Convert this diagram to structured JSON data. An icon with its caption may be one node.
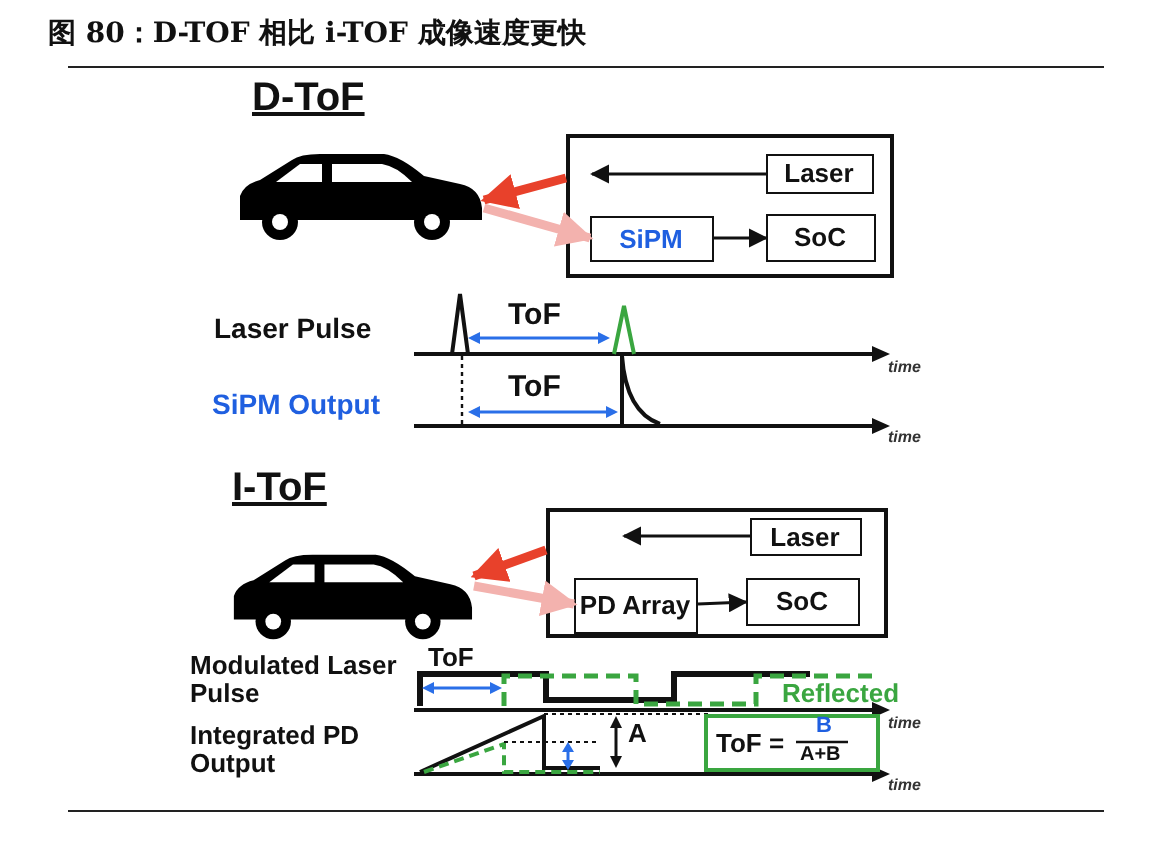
{
  "diagram": {
    "title": "图 80：D-TOF 相比 i-TOF 成像速度更快",
    "nodes": [
      {
        "text": [],
        "shape": "picture"
      },
      {
        "text": [],
        "shape": "box"
      },
      {
        "text": [
          "Laser"
        ],
        "in": 1
      },
      {
        "text": [
          "SiPM"
        ],
        "in": 1
      },
      {
        "text": [
          "SoC"
        ],
        "in": 1
      },
      {
        "text": [],
        "shape": "picture"
      },
      {
        "text": [],
        "shape": "box"
      },
      {
        "text": [
          "Laser"
        ],
        "in": 6
      },
      {
        "text": [
          "PD Array"
        ],
        "in": 6
      },
      {
        "text": [
          "SoC"
        ],
        "in": 6
      }
    ],
    "edges": [
      {
        "from": 2,
        "to": null,
        "arrow": "to"
      },
      {
        "from": 1,
        "to": 0,
        "arrow": "to",
        "style": "thick",
        "color": "#e8412b"
      },
      {
        "from": 0,
        "to": 3,
        "arrow": "to",
        "style": "thick",
        "color": "#f3b2ae"
      },
      {
        "from": 3,
        "to": 4,
        "arrow": "to"
      },
      {
        "from": 7,
        "to": null,
        "arrow": "to"
      },
      {
        "from": 6,
        "to": 5,
        "arrow": "to",
        "style": "thick",
        "color": "#e8412b"
      },
      {
        "from": 5,
        "to": 8,
        "arrow": "to",
        "style": "thick",
        "color": "#f3b2ae"
      },
      {
        "from": 8,
        "to": 9,
        "arrow": "to"
      }
    ],
    "labels": [
      "D-ToF",
      "Laser Pulse",
      "ToF",
      "time",
      "SiPM Output",
      "ToF",
      "time",
      "I-ToF",
      "Modulated Laser Pulse",
      "ToF",
      "Reflected",
      "time",
      "Integrated PD Output",
      "A",
      "ToF =",
      "B",
      "A+B",
      "time"
    ]
  }
}
